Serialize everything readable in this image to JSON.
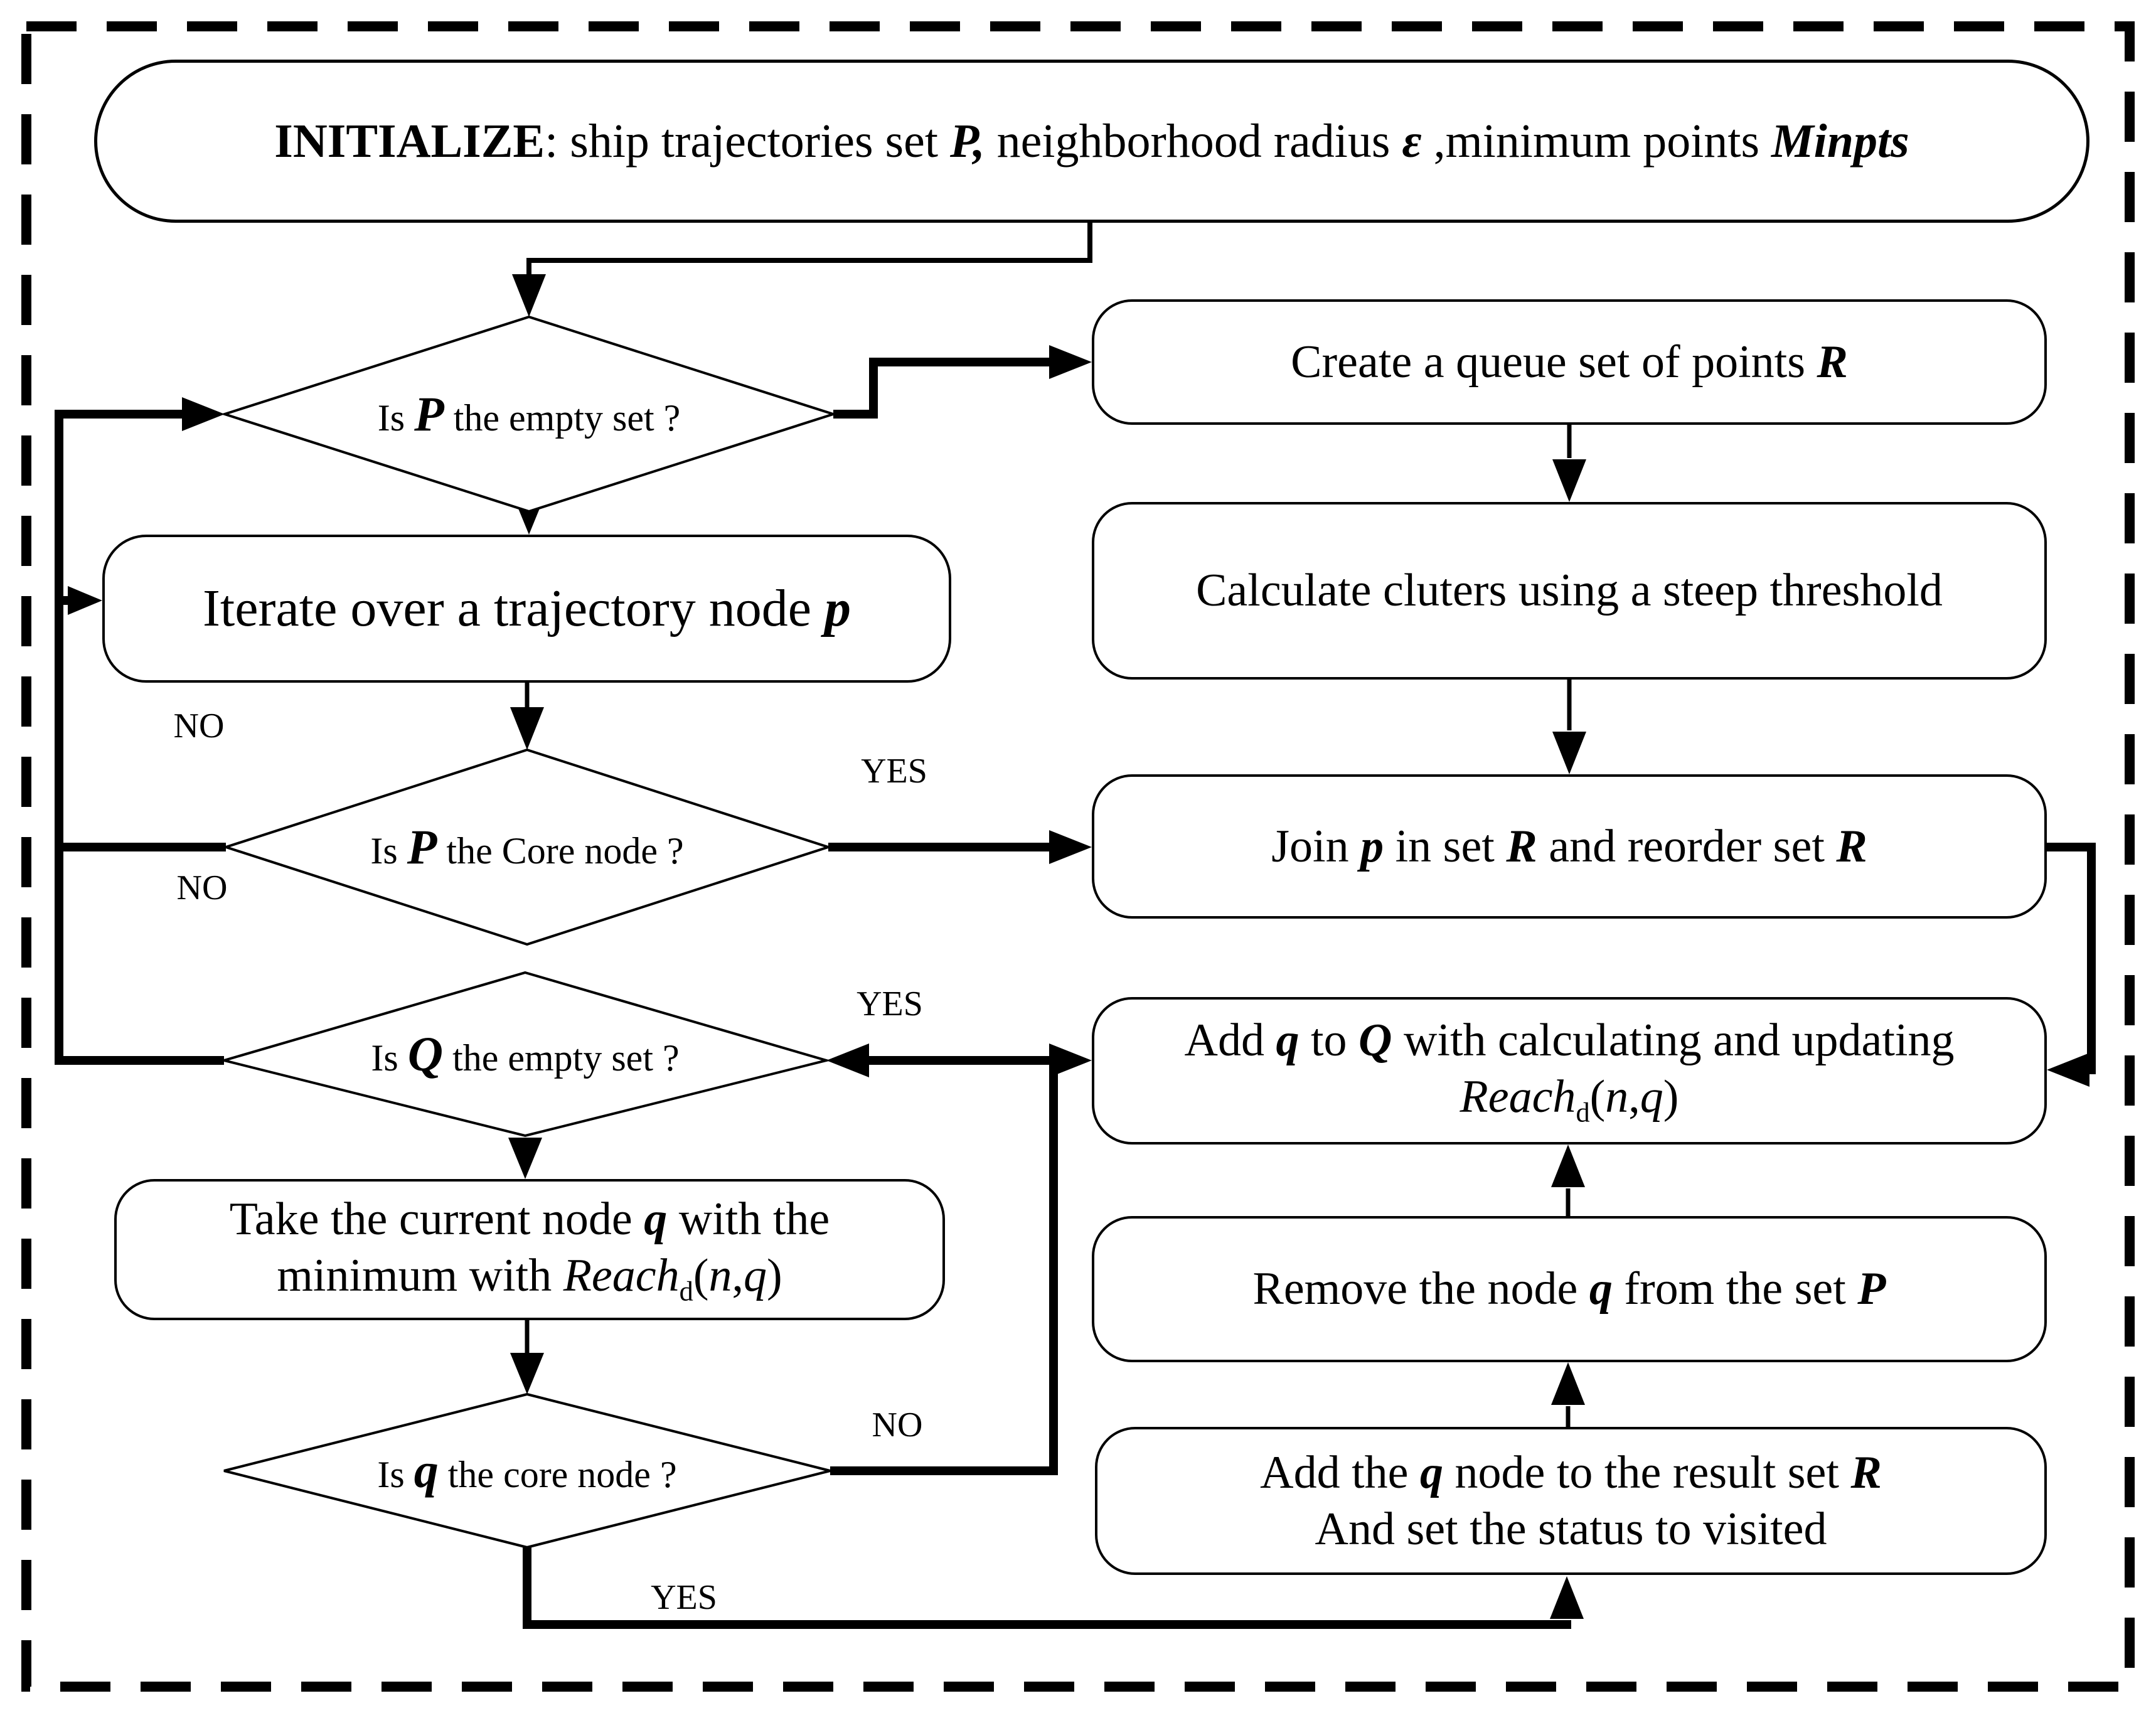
{
  "colors": {
    "ink": "#000000",
    "paper": "#ffffff"
  },
  "nodes": {
    "initialize": {
      "lines": [
        [
          {
            "t": "INITIALIZE",
            "s": "b"
          },
          {
            "t": ": ship trajectories set ",
            "s": "r"
          },
          {
            "t": "P,",
            "s": "bi"
          },
          {
            "t": " neighborhood radius ",
            "s": "r"
          },
          {
            "t": "ε",
            "s": "bi"
          },
          {
            "t": " ,minimum points ",
            "s": "r"
          },
          {
            "t": "Minpts",
            "s": "bi"
          }
        ]
      ]
    },
    "is_p_empty": {
      "lines": [
        [
          {
            "t": "Is ",
            "s": "r"
          },
          {
            "t": "P",
            "s": "bi"
          },
          {
            "t": " the empty set ?",
            "s": "r"
          }
        ]
      ]
    },
    "create_queue": {
      "lines": [
        [
          {
            "t": "Create a queue set of points ",
            "s": "r"
          },
          {
            "t": "R",
            "s": "bi"
          }
        ]
      ]
    },
    "iterate_node": {
      "lines": [
        [
          {
            "t": "Iterate over a trajectory node ",
            "s": "r"
          },
          {
            "t": "p",
            "s": "bi"
          }
        ]
      ]
    },
    "calc_clusters": {
      "lines": [
        [
          {
            "t": "Calculate cluters using a steep threshold",
            "s": "r"
          }
        ]
      ]
    },
    "is_p_core": {
      "lines": [
        [
          {
            "t": "Is ",
            "s": "r"
          },
          {
            "t": "P",
            "s": "bi"
          },
          {
            "t": " the Core node ?",
            "s": "r"
          }
        ]
      ]
    },
    "join_p": {
      "lines": [
        [
          {
            "t": "Join ",
            "s": "r"
          },
          {
            "t": "p",
            "s": "bi"
          },
          {
            "t": " in set ",
            "s": "r"
          },
          {
            "t": "R",
            "s": "bi"
          },
          {
            "t": " and reorder set ",
            "s": "r"
          },
          {
            "t": "R",
            "s": "bi"
          }
        ]
      ]
    },
    "is_q_empty": {
      "lines": [
        [
          {
            "t": "Is ",
            "s": "r"
          },
          {
            "t": "Q",
            "s": "bi"
          },
          {
            "t": " the empty set ?",
            "s": "r"
          }
        ]
      ]
    },
    "add_q": {
      "lines": [
        [
          {
            "t": "Add ",
            "s": "r"
          },
          {
            "t": "q",
            "s": "bi"
          },
          {
            "t": " to ",
            "s": "r"
          },
          {
            "t": "Q",
            "s": "bi"
          },
          {
            "t": " with calculating and updating",
            "s": "r"
          }
        ],
        [
          {
            "t": "Reach",
            "s": "i"
          },
          {
            "t": "d",
            "s": "sub"
          },
          {
            "t": "(",
            "s": "r"
          },
          {
            "t": "n",
            "s": "i"
          },
          {
            "t": ",",
            "s": "r"
          },
          {
            "t": "q",
            "s": "i"
          },
          {
            "t": ")",
            "s": "r"
          }
        ]
      ]
    },
    "take_current": {
      "lines": [
        [
          {
            "t": "Take the current node ",
            "s": "r"
          },
          {
            "t": "q",
            "s": "bi"
          },
          {
            "t": " with the",
            "s": "r"
          }
        ],
        [
          {
            "t": "minimum with ",
            "s": "r"
          },
          {
            "t": "Reach",
            "s": "i"
          },
          {
            "t": "d",
            "s": "sub"
          },
          {
            "t": "(",
            "s": "r"
          },
          {
            "t": "n",
            "s": "i"
          },
          {
            "t": ",",
            "s": "r"
          },
          {
            "t": "q",
            "s": "i"
          },
          {
            "t": ")",
            "s": "r"
          }
        ]
      ]
    },
    "remove_node": {
      "lines": [
        [
          {
            "t": "Remove the node ",
            "s": "r"
          },
          {
            "t": "q",
            "s": "bi"
          },
          {
            "t": " from the set ",
            "s": "r"
          },
          {
            "t": "P",
            "s": "bi"
          }
        ]
      ]
    },
    "is_q_core": {
      "lines": [
        [
          {
            "t": "Is ",
            "s": "r"
          },
          {
            "t": "q",
            "s": "bi"
          },
          {
            "t": " the core node ?",
            "s": "r"
          }
        ]
      ]
    },
    "add_result": {
      "lines": [
        [
          {
            "t": "Add the ",
            "s": "r"
          },
          {
            "t": "q",
            "s": "bi"
          },
          {
            "t": " node to the result set ",
            "s": "r"
          },
          {
            "t": "R",
            "s": "bi"
          }
        ],
        [
          {
            "t": "And set the status to visited",
            "s": "r"
          }
        ]
      ]
    }
  },
  "edge_labels": {
    "no_iterate": "NO",
    "no_is_p_core": "NO",
    "yes_is_p_core": "YES",
    "yes_is_q_empty": "YES",
    "no_is_q_core": "NO",
    "yes_is_q_core": "YES"
  }
}
